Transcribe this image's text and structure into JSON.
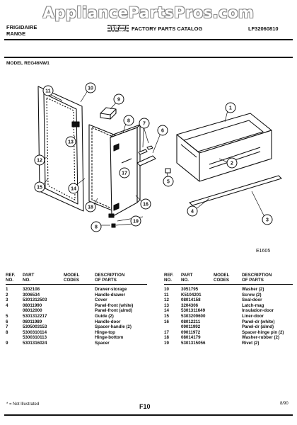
{
  "watermark": "AppliancePartsPros.com",
  "header": {
    "brand_line1": "FRIGIDAIRE",
    "brand_line2": "RANGE",
    "logo_text": "WCI",
    "catalog_title": "FACTORY PARTS CATALOG",
    "catalog_code": "LF32060810"
  },
  "model_line": "MODEL REG46NW1",
  "diagram": {
    "callouts": [
      "1",
      "2",
      "3",
      "4",
      "5",
      "6",
      "7",
      "8",
      "9",
      "10",
      "11",
      "12",
      "13",
      "14",
      "15",
      "16",
      "17",
      "18",
      "19"
    ],
    "illustration_code": "E1605"
  },
  "table": {
    "headers": {
      "ref": [
        "REF.",
        "NO."
      ],
      "part": [
        "PART",
        "NO."
      ],
      "model": [
        "MODEL",
        "CODES"
      ],
      "desc": [
        "DESCRIPTION",
        "OF PARTS"
      ]
    },
    "left_rows": [
      {
        "ref": "1",
        "part": "3202108",
        "desc": "Drawer-storage"
      },
      {
        "ref": "2",
        "part": "3006534",
        "desc": "Handle-drawer"
      },
      {
        "ref": "3",
        "part": "5301312503",
        "desc": "Cover"
      },
      {
        "ref": "4",
        "part": "08011990",
        "desc": "Panel-front (white)"
      },
      {
        "ref": "",
        "part": "08012000",
        "desc": "Panel-front (almd)"
      },
      {
        "ref": "5",
        "part": "5301312217",
        "desc": "Guide (2)"
      },
      {
        "ref": "6",
        "part": "08011989",
        "desc": "Handle-door"
      },
      {
        "ref": "7",
        "part": "5305003153",
        "desc": "Spacer-handle (2)"
      },
      {
        "ref": "8",
        "part": "5300310114",
        "desc": "Hinge-top"
      },
      {
        "ref": "",
        "part": "5300310113",
        "desc": "Hinge-bottom"
      },
      {
        "ref": "9",
        "part": "5301316024",
        "desc": "Spacer"
      }
    ],
    "right_rows": [
      {
        "ref": "10",
        "part": "3051795",
        "desc": "Washer (2)"
      },
      {
        "ref": "11",
        "part": "K5104201",
        "desc": "Screw (2)"
      },
      {
        "ref": "12",
        "part": "08014158",
        "desc": "Seal-door"
      },
      {
        "ref": "13",
        "part": "3204306",
        "desc": "Latch-mag"
      },
      {
        "ref": "14",
        "part": "5301311649",
        "desc": "Insulation-door"
      },
      {
        "ref": "15",
        "part": "5303209600",
        "desc": "Liner-door"
      },
      {
        "ref": "16",
        "part": "08012211",
        "desc": "Panel-dr (white)"
      },
      {
        "ref": "",
        "part": "09011992",
        "desc": "Panel-dr (almd)"
      },
      {
        "ref": "17",
        "part": "09011972",
        "desc": "Spacer-hinge pin (2)"
      },
      {
        "ref": "18",
        "part": "08014179",
        "desc": "Washer-rubber (2)"
      },
      {
        "ref": "19",
        "part": "5301315056",
        "desc": "Rivet (2)"
      }
    ]
  },
  "footer": {
    "footnote": "* = Not Illustrated",
    "page": "F10",
    "date": "8/90"
  },
  "colors": {
    "ink": "#111111",
    "paper": "#ffffff",
    "watermark_outline": "#8a8a8a"
  }
}
